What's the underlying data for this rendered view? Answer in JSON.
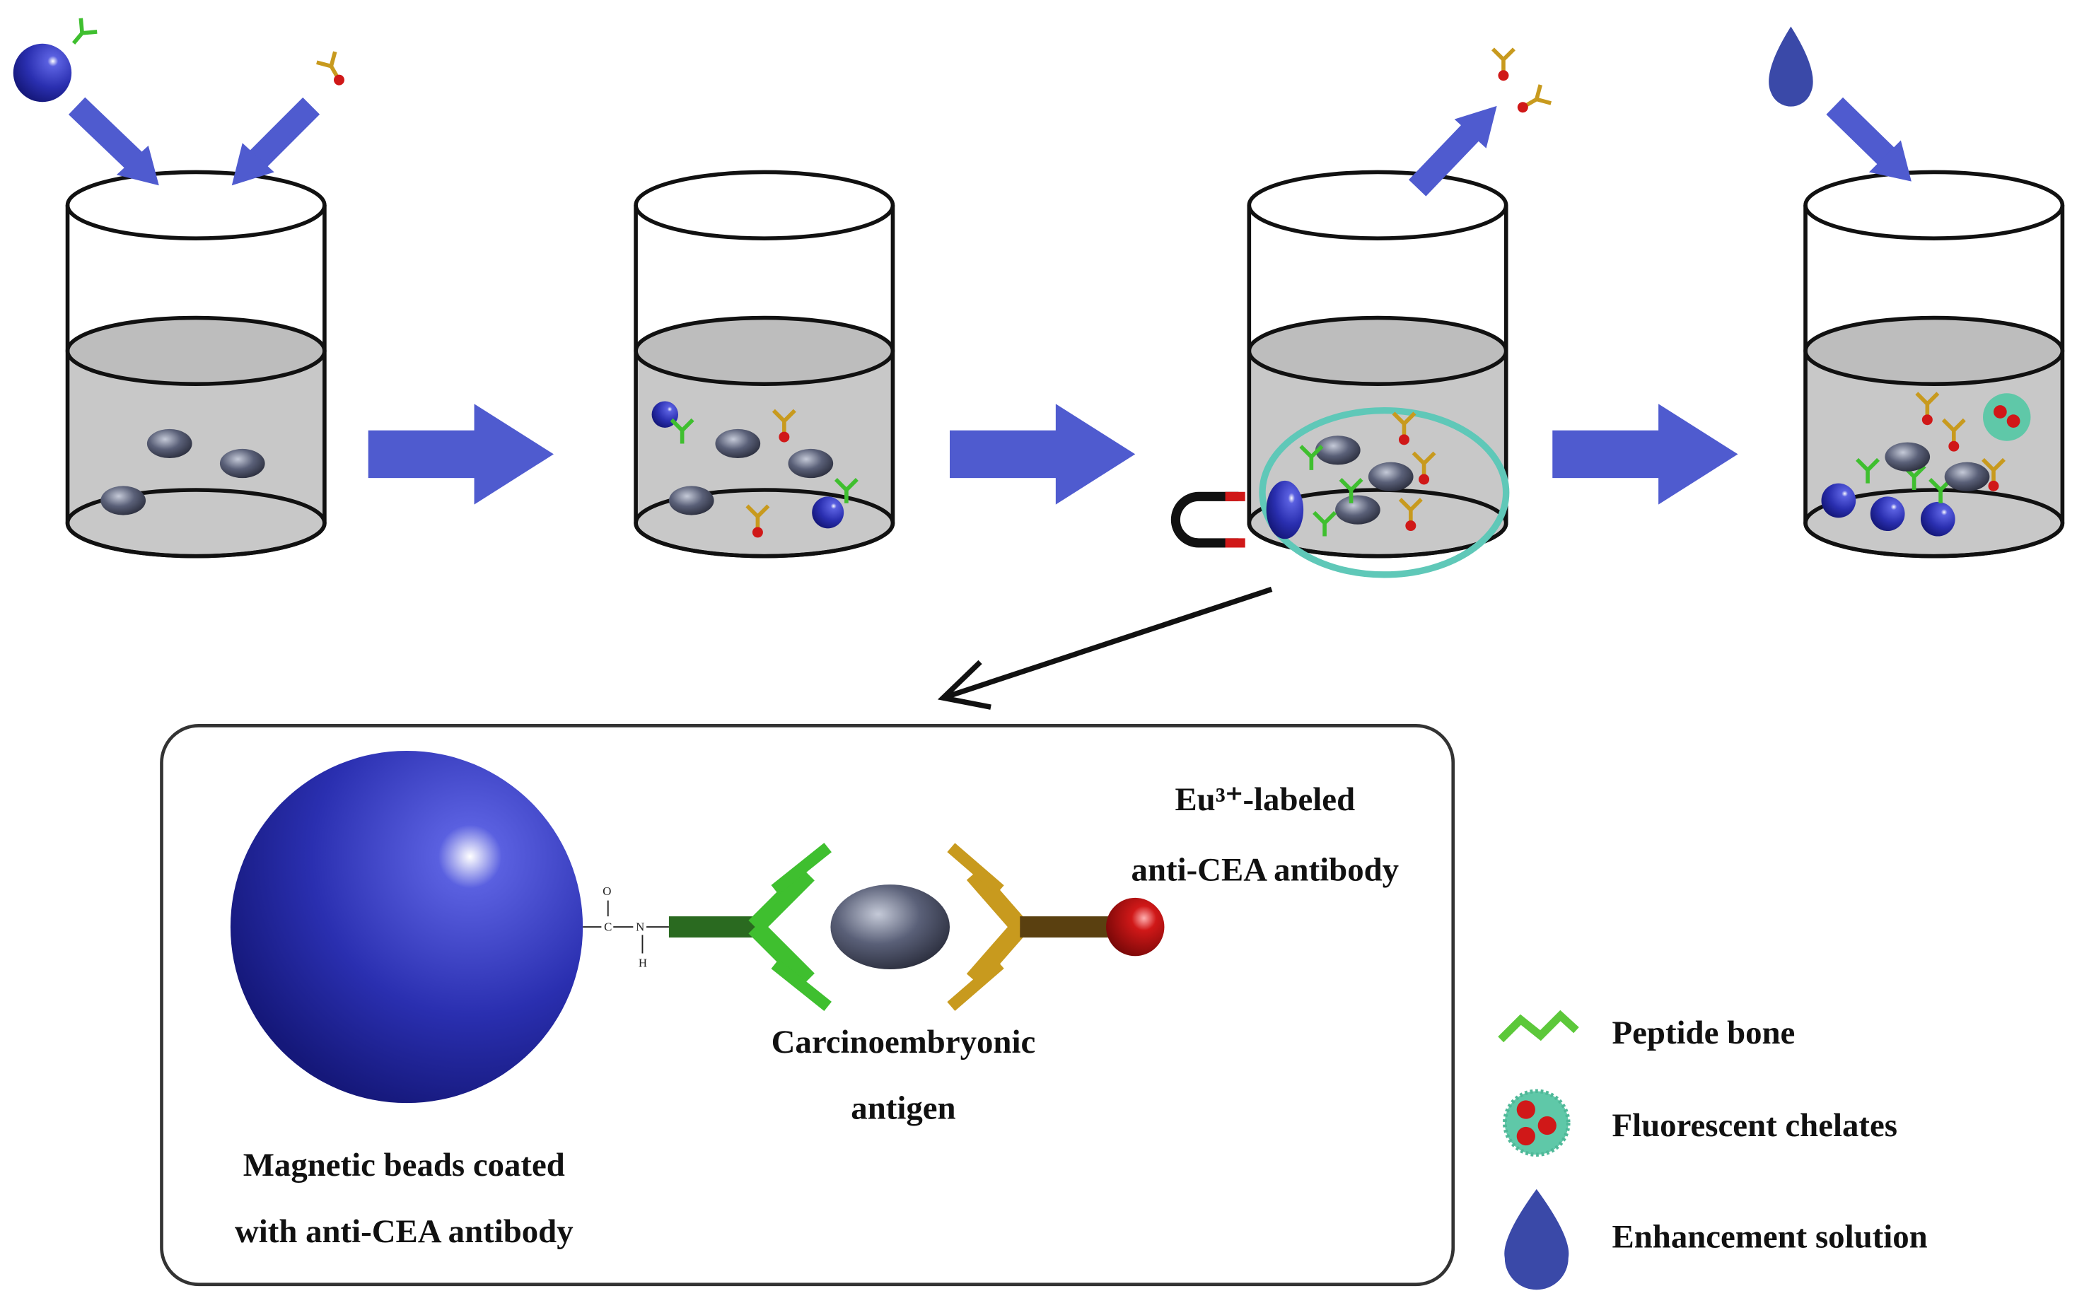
{
  "detail_labels": {
    "bead": [
      "Magnetic beads coated",
      "with anti-CEA antibody"
    ],
    "antigen": [
      "Carcinoembryonic",
      "antigen"
    ],
    "labeled_antibody": [
      "Eu³⁺-labeled",
      "anti-CEA antibody"
    ],
    "linker_atoms": [
      "O",
      "C",
      "N",
      "H"
    ]
  },
  "legend": [
    {
      "icon": "peptide-bone-icon",
      "label": "Peptide bone"
    },
    {
      "icon": "fluorescent-chelate-icon",
      "label": "Fluorescent chelates"
    },
    {
      "icon": "drop-icon",
      "label": "Enhancement solution"
    }
  ],
  "colors": {
    "arrow": "#4f5bcf",
    "bead": "#2a2fb0",
    "liquid": "#c8c8c8",
    "antigen": "#5a6078",
    "capture_antibody": "#3fbf2f",
    "detection_antibody": "#c89a1e",
    "europium": "#d01818",
    "chelate_halo": "#5fc8a8",
    "magnet_north": "#d01818"
  }
}
